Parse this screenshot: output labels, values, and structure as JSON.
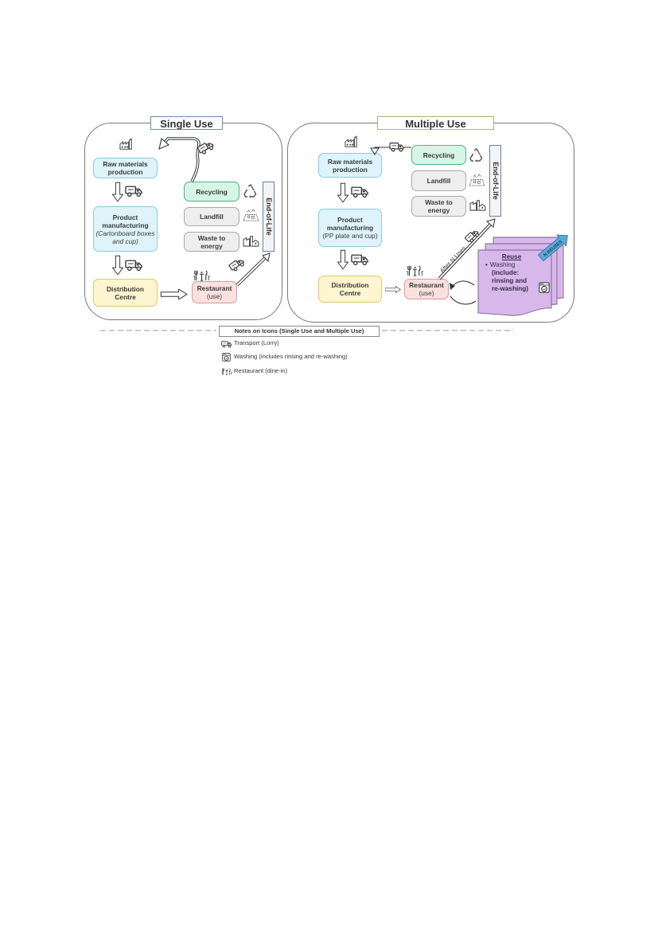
{
  "single_use": {
    "title": "Single Use",
    "raw_materials": {
      "line1": "Raw materials",
      "line2": "production"
    },
    "product": {
      "line1": "Product",
      "line2": "manufacturing",
      "line3": "(Cartonboard boxes",
      "line4": "and cup)"
    },
    "distribution": {
      "line1": "Distribution",
      "line2": "Centre"
    },
    "restaurant": {
      "line1": "Restaurant",
      "line2": "(use)"
    },
    "recycling": "Recycling",
    "landfill": "Landfill",
    "waste_energy": {
      "line1": "Waste to",
      "line2": "energy"
    },
    "end_of_life": "End-of-Life"
  },
  "multiple_use": {
    "title": "Multiple Use",
    "raw_materials": {
      "line1": "Raw materials",
      "line2": "production"
    },
    "product": {
      "line1": "Product",
      "line2": "manufacturing",
      "line3": "(PP plate and cup)"
    },
    "distribution": {
      "line1": "Distribution",
      "line2": "Centre"
    },
    "restaurant": {
      "line1": "Restaurant",
      "line2": "(use)"
    },
    "recycling": "Recycling",
    "landfill": "Landfill",
    "waste_energy": {
      "line1": "Waste to",
      "line2": "energy"
    },
    "end_of_life": "End-of-Life",
    "after_n_uses": "After N Uses",
    "n_reuses": "N REUSES",
    "reuse": {
      "title": "Reuse",
      "bullet": "Washing",
      "line2": "(include:",
      "line3": "rinsing and",
      "line4": "re-washing)"
    }
  },
  "notes": {
    "title": "Notes on Icons (Single Use and Multiple Use)",
    "items": [
      {
        "icon": "lorry-icon",
        "label": "Transport (Lorry)"
      },
      {
        "icon": "washing-machine-icon",
        "label": "Washing (includes rinsing and re-washing)"
      },
      {
        "icon": "restaurant-icon",
        "label": "Restaurant (dine-in)"
      }
    ]
  },
  "colors": {
    "blue": "#dff3fb",
    "yellow": "#fff5cf",
    "red": "#fbe0e0",
    "green": "#d6f5e6",
    "grey": "#eeeeee",
    "purple": "#d8b8ea",
    "arrow_blue": "#5aa9d8"
  }
}
